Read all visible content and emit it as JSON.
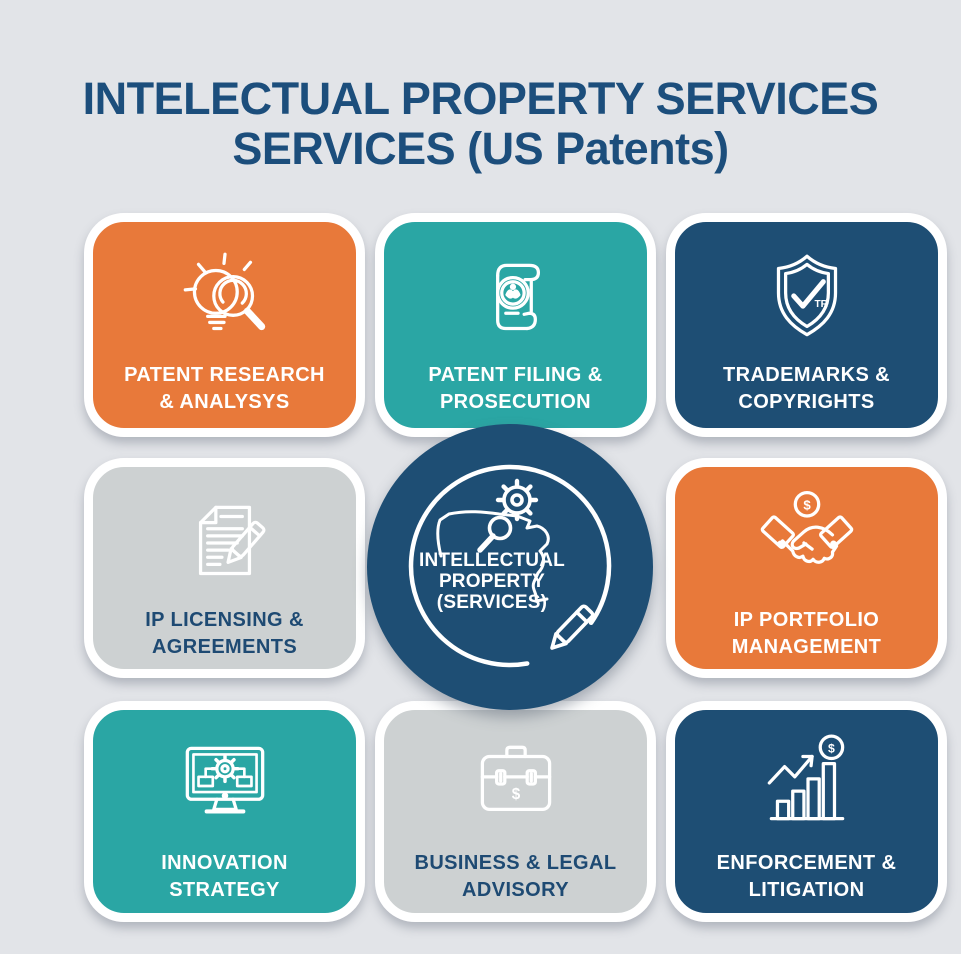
{
  "title": {
    "line1": "INTELECTUAL PROPERTY SERVICES",
    "line2": "SERVICES (US Patents)"
  },
  "center": {
    "label_lines": [
      "INTELLECTUAL",
      "PROPERTY",
      "(SERVICES)"
    ],
    "icon": "us-map-gear-magnifier-pencil"
  },
  "cards": [
    {
      "id": "patent-research-analysis",
      "lines": [
        "PATENT RESEARCH",
        "& ANALYSYS"
      ],
      "color": "#E8793A",
      "text_color": "#FFFFFF",
      "icon": "lightbulb-magnifier"
    },
    {
      "id": "patent-filing-prosecution",
      "lines": [
        "PATENT FILING &",
        "PROSECUTION"
      ],
      "color": "#2AA6A4",
      "text_color": "#FFFFFF",
      "icon": "patent-scroll-seal"
    },
    {
      "id": "trademarks-copyrights",
      "lines": [
        "TRADEMARKS &",
        "COPYRIGHTS"
      ],
      "color": "#1E4E74",
      "text_color": "#FFFFFF",
      "icon": "shield-check-tr"
    },
    {
      "id": "ip-licensing-agreements",
      "lines": [
        "IP LICENSING &",
        "AGREEMENTS"
      ],
      "color": "#CDD1D2",
      "text_color": "#1E4A73",
      "icon": "document-pencil"
    },
    {
      "id": "ip-portfolio-management",
      "lines": [
        "IP PORTFOLIO",
        "MANAGEMENT"
      ],
      "color": "#E8793A",
      "text_color": "#FFFFFF",
      "icon": "handshake-dollar"
    },
    {
      "id": "innovation-strategy",
      "lines": [
        "INNOVATION",
        "STRATEGY"
      ],
      "color": "#2AA6A4",
      "text_color": "#FFFFFF",
      "icon": "monitor-gear-flowchart"
    },
    {
      "id": "business-legal-advisory",
      "lines": [
        "BUSINESS & LEGAL",
        "ADVISORY"
      ],
      "color": "#CDD1D2",
      "text_color": "#1E4A73",
      "icon": "briefcase-dollar"
    },
    {
      "id": "enforcement-litigation",
      "lines": [
        "ENFORCEMENT &",
        "LITIGATION"
      ],
      "color": "#1E4E74",
      "text_color": "#FFFFFF",
      "icon": "growth-chart-dollar"
    }
  ],
  "icon_glyphs": {
    "dollar": "$",
    "tr_mark": "TR"
  },
  "colors": {
    "background": "#E2E4E8",
    "card_border": "#FFFFFF",
    "title_text": "#1C4E7C",
    "orange": "#E8793A",
    "teal": "#2AA6A4",
    "navy": "#1E4E74",
    "gray_card": "#CDD1D2",
    "gray_card_text": "#1E4A73",
    "center_circle": "#1E4E74",
    "icon_stroke": "#FFFFFF"
  }
}
